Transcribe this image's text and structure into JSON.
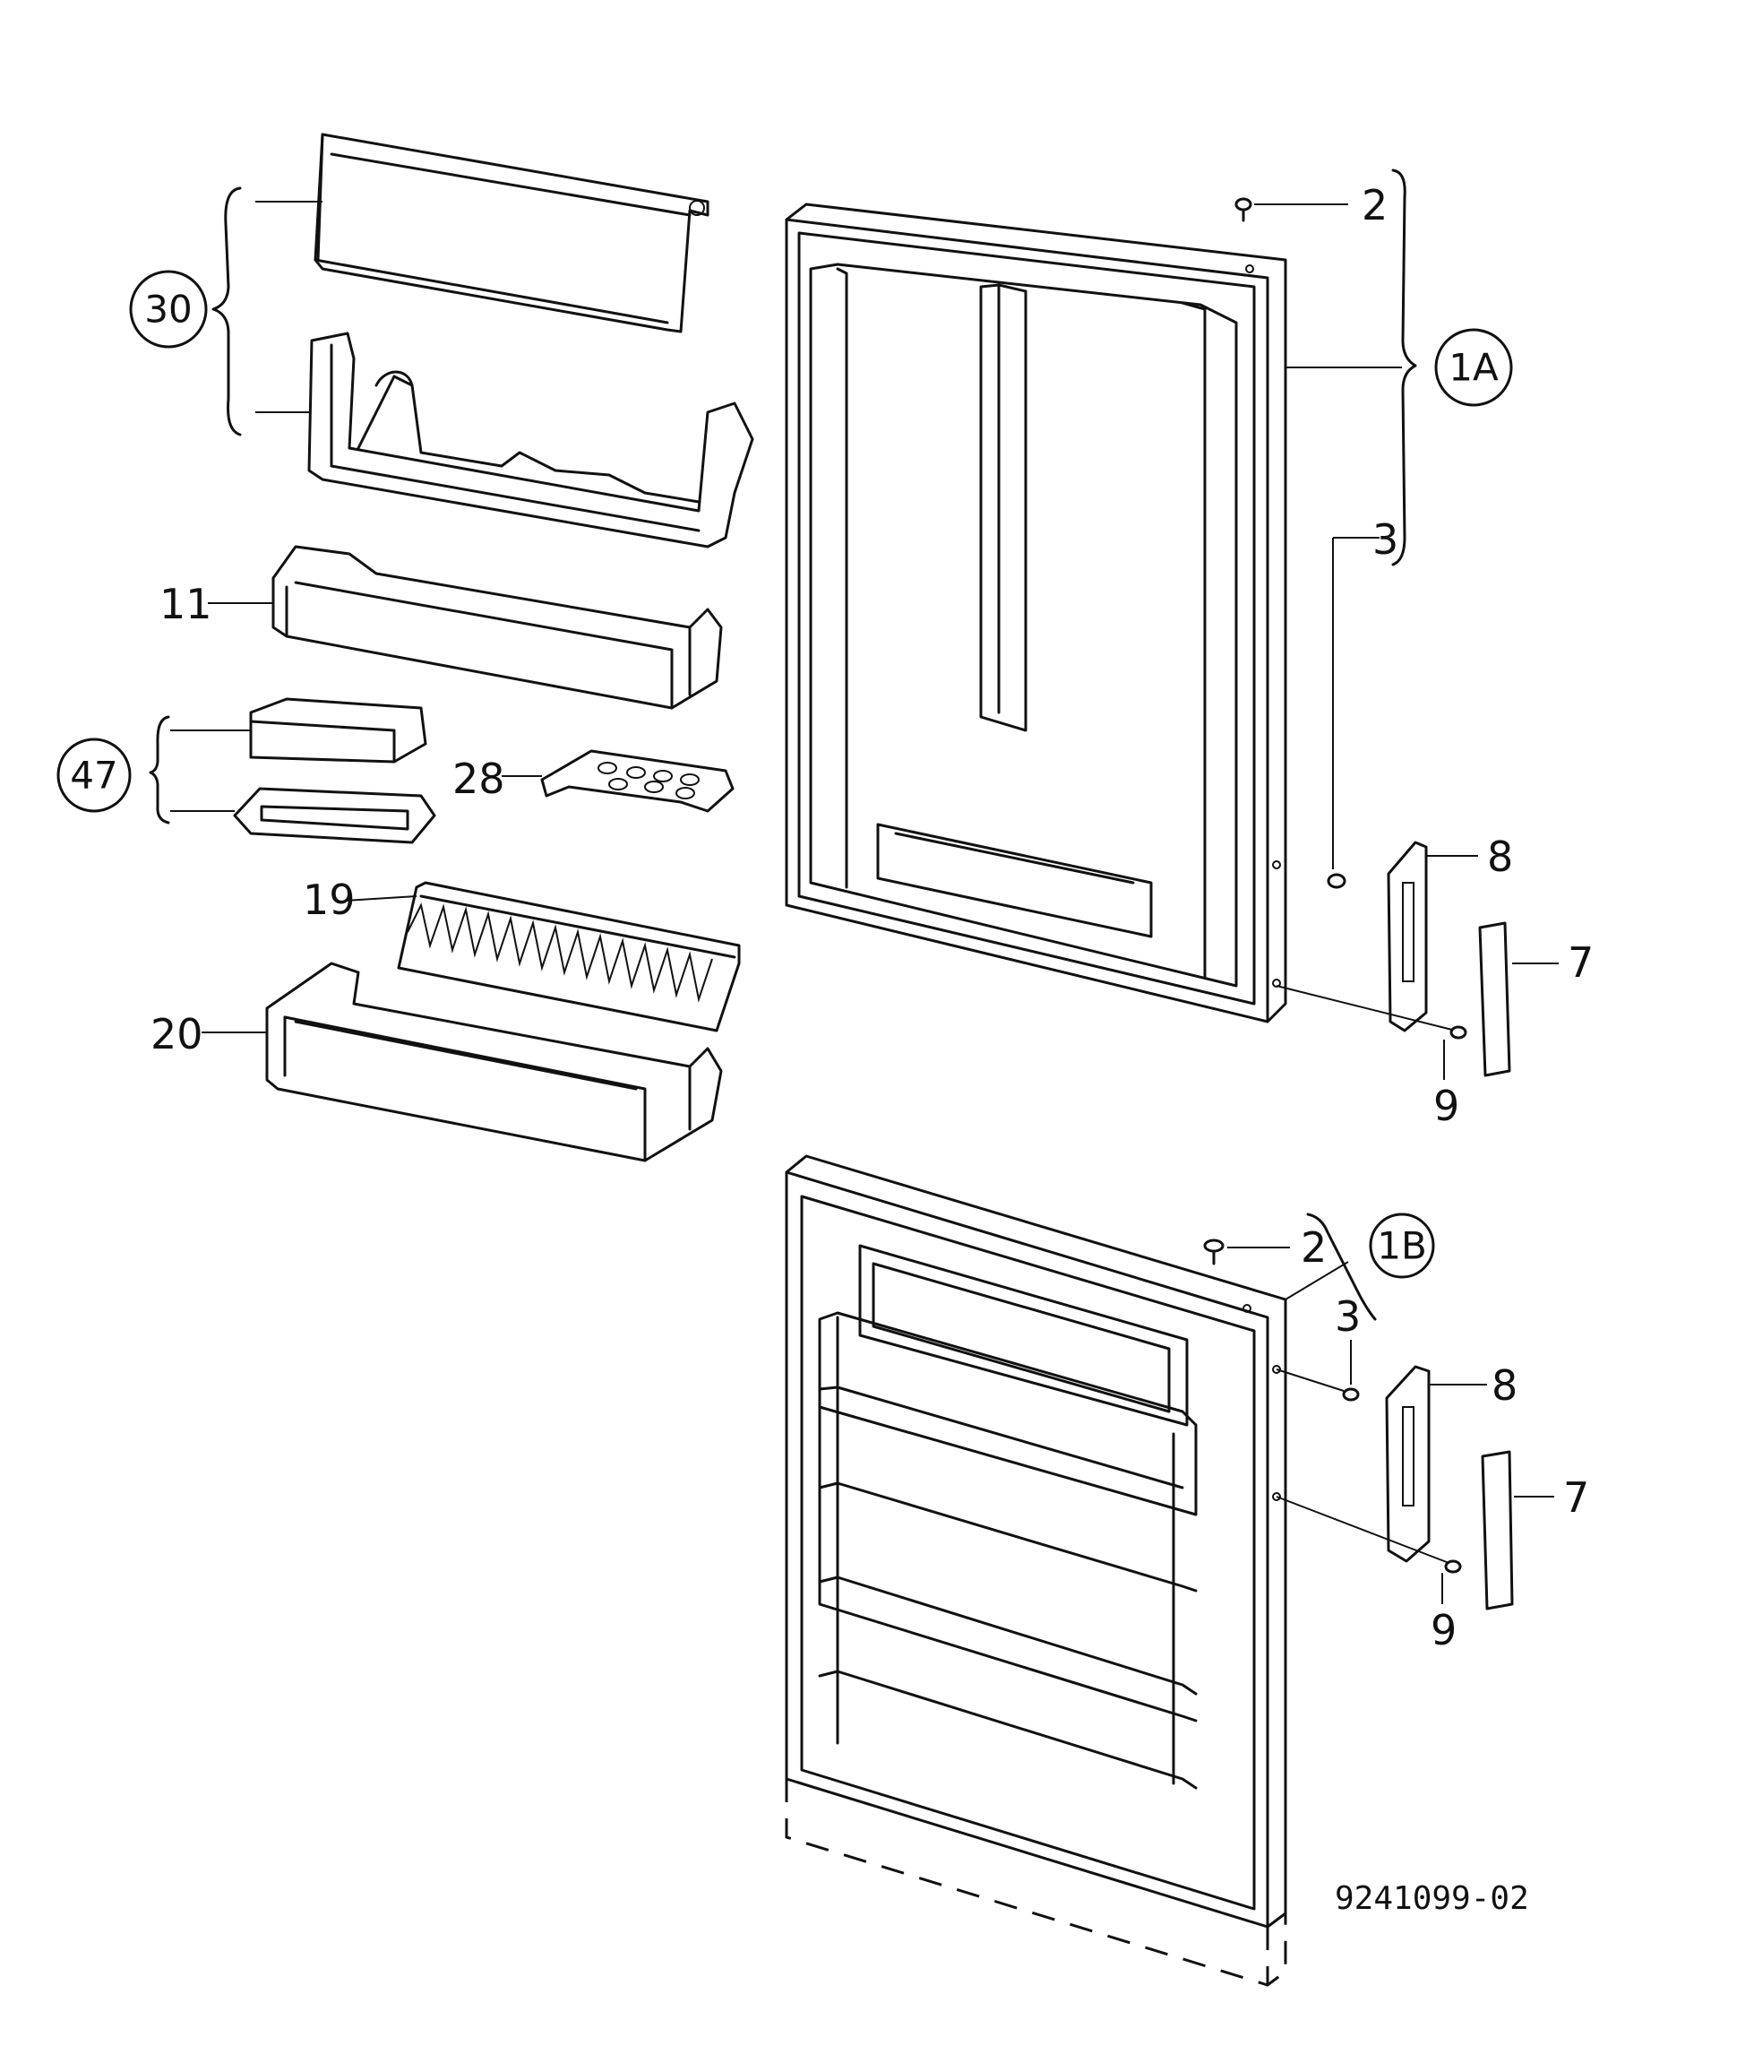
{
  "callouts": {
    "p30": "30",
    "p11": "11",
    "p47": "47",
    "p28": "28",
    "p19": "19",
    "p20": "20",
    "p2a": "2",
    "p1a": "1A",
    "p3a": "3",
    "p8a": "8",
    "p7a": "7",
    "p9a": "9",
    "p2b": "2",
    "p1b": "1B",
    "p3b": "3",
    "p8b": "8",
    "p7b": "7",
    "p9b": "9"
  },
  "drawing_number": "9241099-02"
}
